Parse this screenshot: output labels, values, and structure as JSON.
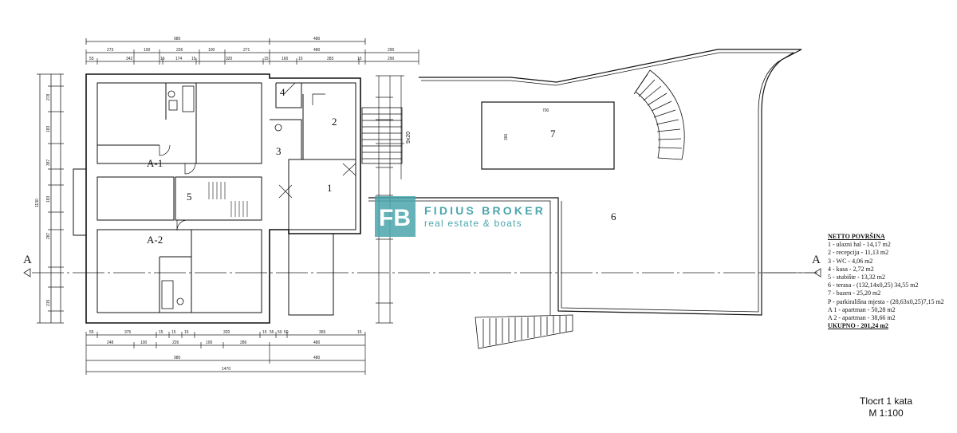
{
  "brand": {
    "monogram": "FB",
    "name": "FIDIUS BROKER",
    "tagline": "real estate & boats",
    "color": "#4aa6ad"
  },
  "rooms": {
    "r1": "1",
    "r2": "2",
    "r3": "3",
    "r4": "4",
    "r5": "5",
    "r6": "6",
    "r7": "7",
    "a1": "A-1",
    "a2": "A-2"
  },
  "section_marks": {
    "left": "A",
    "right": "A"
  },
  "dimensions": {
    "top_total": [
      "980",
      "480"
    ],
    "top_row2": [
      "273",
      "100",
      "226",
      "100",
      "271",
      "480",
      "290"
    ],
    "top_row3": [
      "55",
      "342",
      "15",
      "174",
      "15",
      "320",
      "15",
      "160",
      "15",
      "283",
      "15",
      "290"
    ],
    "bottom_row1": [
      "55",
      "375",
      "15",
      "15",
      "15",
      "320",
      "15",
      "55",
      "50",
      "50",
      "365",
      "15"
    ],
    "bottom_row2": [
      "248",
      "100",
      "226",
      "100",
      "286",
      "480"
    ],
    "bottom_row3": [
      "980",
      "480"
    ],
    "bottom_total": "1470",
    "left_total": "1130",
    "left_rows": [
      "278",
      "183",
      "387",
      "183",
      "287",
      "215"
    ],
    "pool": [
      "700",
      "360"
    ],
    "stair": "9x20"
  },
  "legend": {
    "title": "NETTO POVRŠINA",
    "items": [
      "1 - ulazni hal - 14,17 m2",
      "2 - recepcija - 11,13 m2",
      "3 - WC - 4,06 m2",
      "4 - kasa - 2,72 m2",
      "5 - stubište - 13,32 m2",
      "6 - terasa - (132,14x0,25) 34,55 m2",
      "7 - bazen - 25,20 m2",
      "P - parkirališna mjesta - (28,63x0,25)7,15 m2",
      "A 1 - apartman - 50,28 m2",
      "A 2 - apartman - 38,66 m2"
    ],
    "total": "UKUPNO - 201,24 m2"
  },
  "caption": {
    "line1": "Tlocrt 1 kata",
    "line2": "M 1:100"
  }
}
